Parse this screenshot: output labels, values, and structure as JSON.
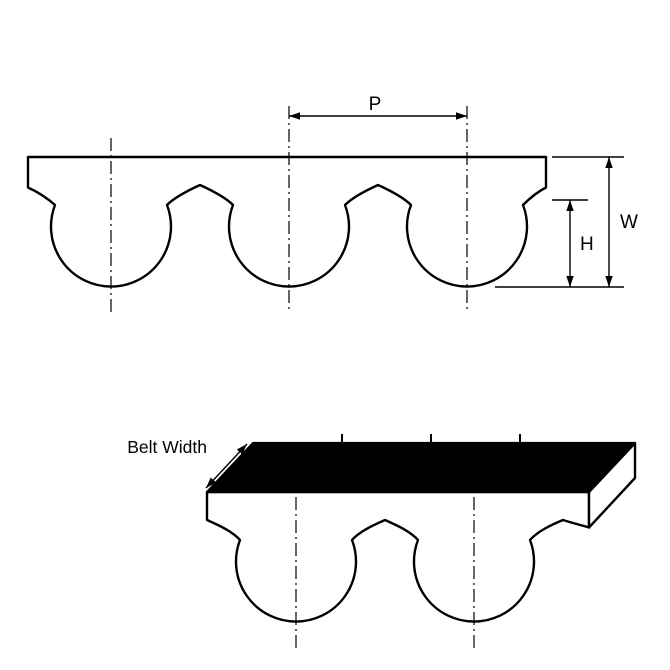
{
  "figure": {
    "type": "technical-diagram",
    "subject": "Timing belt tooth profile: cross-section with dimensions and isometric belt view",
    "labels": {
      "pitch": "P",
      "belt_total_height": "W",
      "tooth_height": "H",
      "belt_width": "Belt Width"
    },
    "views": {
      "cross_section": {
        "teeth_visible": 3
      },
      "isometric": {
        "teeth_visible": 2
      }
    },
    "colors": {
      "line": "#000000",
      "fill": "#ffffff",
      "belt_top_face": "#000000",
      "background": "#ffffff"
    }
  }
}
